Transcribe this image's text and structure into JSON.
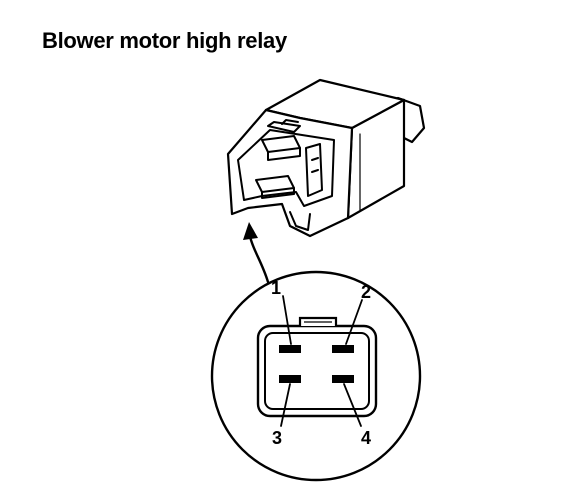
{
  "title": "Blower motor high relay",
  "pins": [
    {
      "number": "1"
    },
    {
      "number": "2"
    },
    {
      "number": "3"
    },
    {
      "number": "4"
    }
  ],
  "colors": {
    "ink": "#000000",
    "paper": "#ffffff"
  }
}
